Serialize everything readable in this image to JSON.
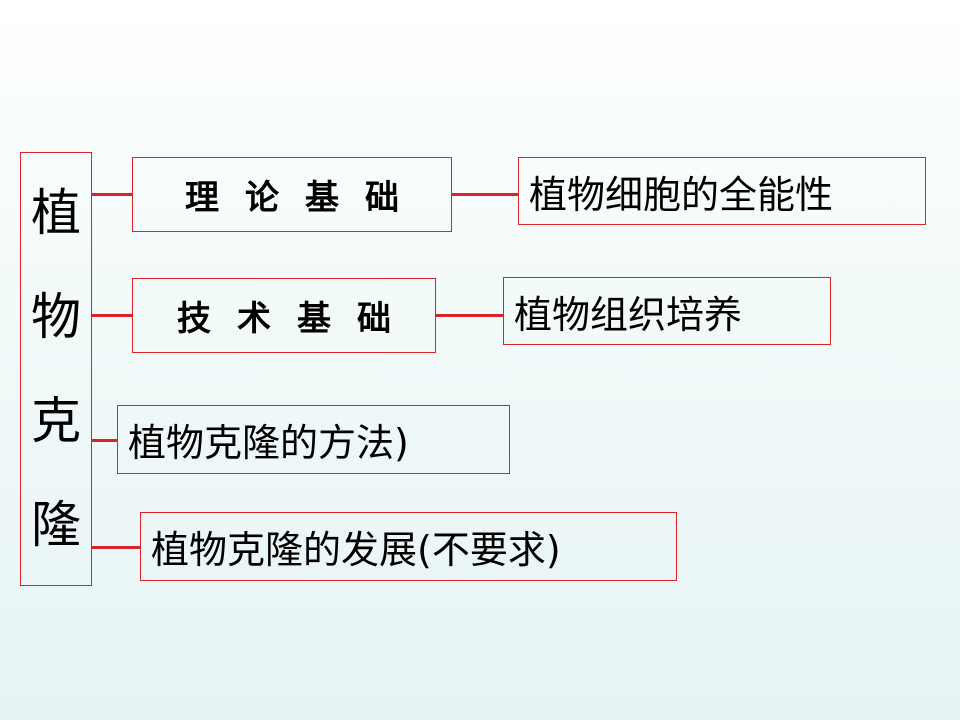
{
  "title": {
    "chars": [
      "植",
      "物",
      "克",
      "隆"
    ]
  },
  "branches": [
    {
      "label_chars": [
        "理",
        "论",
        "基",
        "础"
      ],
      "content": "植物细胞的全能性"
    },
    {
      "label_chars": [
        "技",
        "术",
        "基",
        "础"
      ],
      "content": "植物组织培养"
    },
    {
      "content": "植物克隆的方法)"
    },
    {
      "content": "植物克隆的发展(不要求)"
    }
  ],
  "colors": {
    "accent": "#d9252a",
    "text": "#000000"
  }
}
